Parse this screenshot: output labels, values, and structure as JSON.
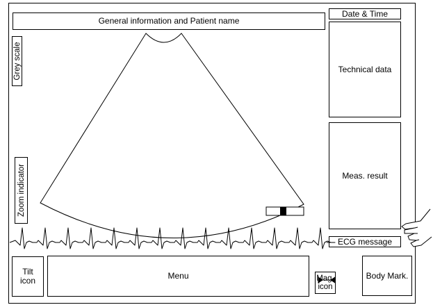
{
  "header": {
    "title": "General information and Patient name"
  },
  "right_panel": {
    "date_time": "Date & Time",
    "technical": "Technical data",
    "meas_result": "Meas. result",
    "ecg_message": "ECG message"
  },
  "left_panel": {
    "grey_scale": "Grey scale",
    "zoom_indicator": "Zoom indicator"
  },
  "bottom": {
    "tilt_icon": "Tilt\nicon",
    "menu": "Menu",
    "mag_icon": "Mag.\nicon",
    "body_mark": "Body Mark."
  },
  "icons": [
    "sector-image-icon",
    "ecg-waveform-icon",
    "pointing-hand-icon",
    "magnifier-arrows-icon",
    "scroll-bar-icon"
  ],
  "colors": {
    "stroke": "#000000",
    "background": "#ffffff"
  }
}
